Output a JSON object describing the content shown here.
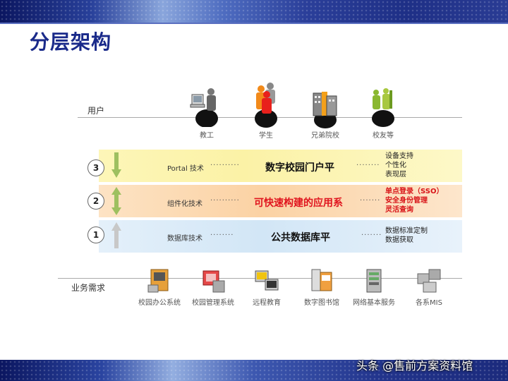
{
  "title": "分层架构",
  "users": {
    "label": "用户",
    "items": [
      {
        "caption": "教工",
        "icon": "teacher-computer-icon"
      },
      {
        "caption": "学生",
        "icon": "students-icon"
      },
      {
        "caption": "兄弟院校",
        "icon": "building-icon"
      },
      {
        "caption": "校友等",
        "icon": "alumni-icon"
      }
    ]
  },
  "layers": [
    {
      "num": "3",
      "tech": "Portal 技术",
      "title": "数字校园门户平",
      "notes": [
        "设备支持",
        "个性化",
        "表现层"
      ],
      "arrow": "down"
    },
    {
      "num": "2",
      "tech": "组件化技术",
      "title": "可快速构建的应用系",
      "notes": [
        "单点登录（SSO）",
        "安全身份管理",
        "灵活查询"
      ],
      "arrow": "both"
    },
    {
      "num": "1",
      "tech": "数据库技术",
      "title": "公共数据库平",
      "notes": [
        "数据标准定制",
        "数据获取"
      ],
      "arrow": "up"
    }
  ],
  "business": {
    "label": "业务需求",
    "items": [
      {
        "caption": "校园办公系统",
        "icon": "office-system-icon"
      },
      {
        "caption": "校园管理系统",
        "icon": "management-system-icon"
      },
      {
        "caption": "远程教育",
        "icon": "distance-learning-icon"
      },
      {
        "caption": "数字图书馆",
        "icon": "digital-library-icon"
      },
      {
        "caption": "网络基本服务",
        "icon": "network-service-icon"
      },
      {
        "caption": "各系MIS",
        "icon": "mis-icon"
      }
    ]
  },
  "watermark": "头条 @售前方案资料馆",
  "colors": {
    "title": "#1a2a8a",
    "band3": "#fbf2a6",
    "band2": "#fbd2a4",
    "band1": "#d2e6f6",
    "red_text": "#e0141e"
  }
}
